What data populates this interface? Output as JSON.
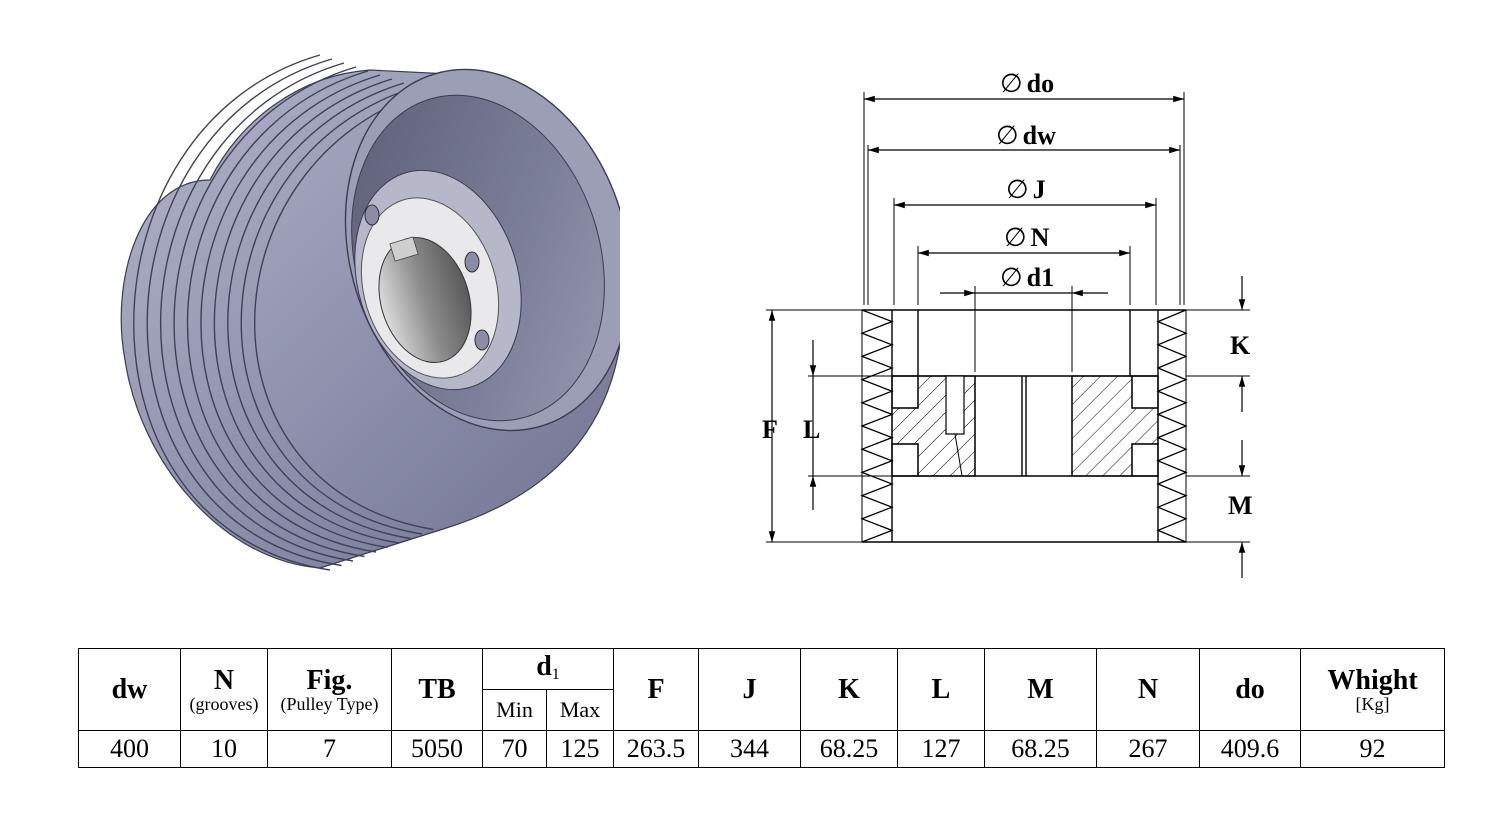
{
  "drawing": {
    "dim_do": "do",
    "dim_dw": "dw",
    "dim_J": "J",
    "dim_N": "N",
    "dim_d1": "d1",
    "dim_F": "F",
    "dim_L": "L",
    "dim_K": "K",
    "dim_M": "M",
    "diameter_symbol": "∅"
  },
  "table": {
    "headers": {
      "dw": "dw",
      "N": "N",
      "N_sub": "(grooves)",
      "fig": "Fig.",
      "fig_sub": "(Pulley Type)",
      "tb": "TB",
      "d1": "d",
      "d1_sub": "1",
      "min": "Min",
      "max": "Max",
      "F": "F",
      "J": "J",
      "K": "K",
      "L": "L",
      "M": "M",
      "N2": "N",
      "do": "do",
      "weight": "Whight",
      "weight_sub": "[Kg]"
    },
    "row": {
      "dw": "400",
      "N": "10",
      "fig": "7",
      "tb": "5050",
      "min": "70",
      "max": "125",
      "F": "263.5",
      "J": "344",
      "K": "68.25",
      "L": "127",
      "M": "68.25",
      "N2": "267",
      "do": "409.6",
      "weight": "92"
    }
  },
  "colors": {
    "pulley_body": "#8f92ad",
    "pulley_dark": "#5d6079",
    "pulley_light": "#b4b6cc",
    "bore_metal": "#a9a9a9"
  }
}
